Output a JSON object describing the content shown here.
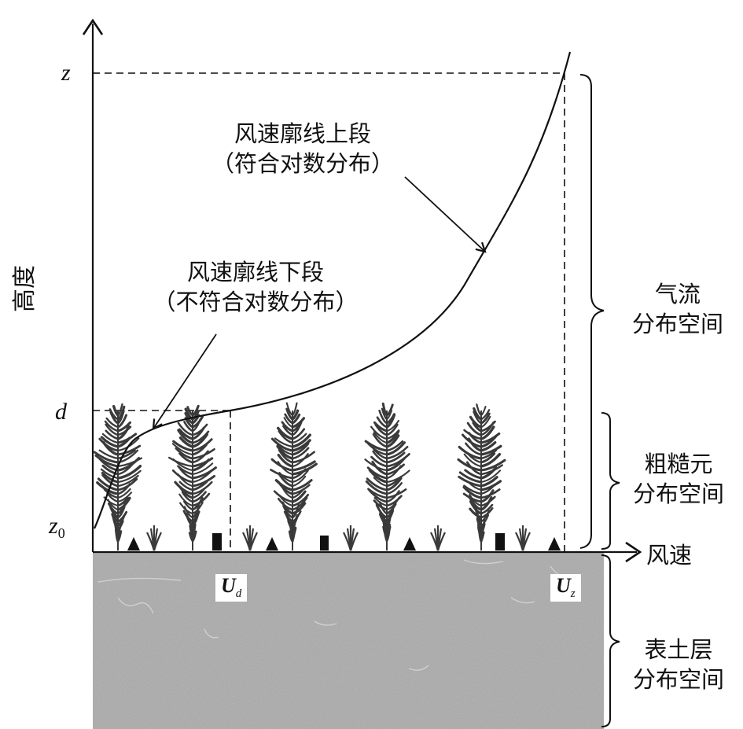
{
  "axes": {
    "y_label": "高度",
    "x_label": "风速",
    "ticks": {
      "z": "z",
      "d": "d",
      "z0_base": "z",
      "z0_sub": "0"
    }
  },
  "curve_labels": {
    "upper_line1": "风速廓线上段",
    "upper_line2": "（符合对数分布）",
    "lower_line1": "风速廓线下段",
    "lower_line2": "（不符合对数分布）"
  },
  "regions": {
    "airflow_line1": "气流",
    "airflow_line2": "分布空间",
    "roughness_line1": "粗糙元",
    "roughness_line2": "分布空间",
    "topsoil_line1": "表土层",
    "topsoil_line2": "分布空间"
  },
  "speed_labels": {
    "ud_base": "U",
    "ud_sub": "d",
    "uz_base": "U",
    "uz_sub": "z"
  },
  "colors": {
    "soil": "#9a9a9a",
    "plant": "#3a3a3a",
    "line": "#111111"
  }
}
